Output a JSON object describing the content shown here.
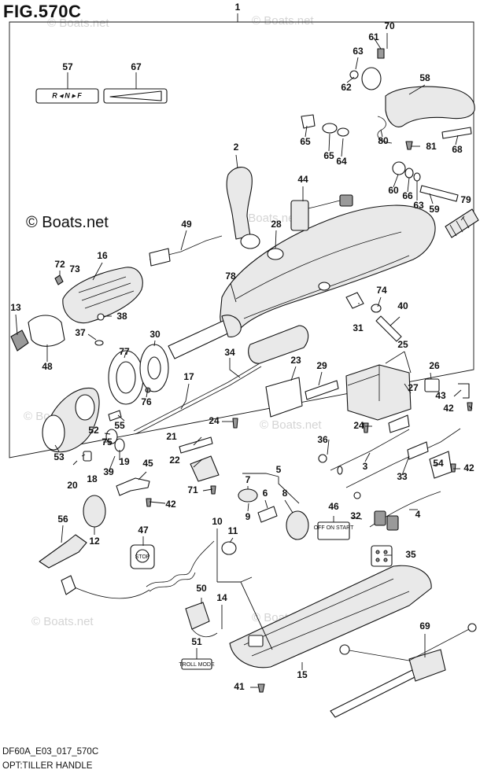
{
  "figure": {
    "title": "FIG.570C",
    "copyright": "© Boats.net",
    "watermark": "© Boats.net",
    "footer_code": "DF60A_E03_017_570C",
    "footer_caption": "OPT:TILLER HANDLE"
  },
  "decals": {
    "shift_label": "R ◂ N ▸ F",
    "switch_plate": "OFF ON START",
    "stop_label": "STOP",
    "troll_label": "TROLL MODE"
  },
  "callouts": [
    {
      "id": "c1",
      "text": "1"
    },
    {
      "id": "c2",
      "text": "2"
    },
    {
      "id": "c3",
      "text": "3"
    },
    {
      "id": "c4",
      "text": "4"
    },
    {
      "id": "c5",
      "text": "5"
    },
    {
      "id": "c6",
      "text": "6"
    },
    {
      "id": "c7",
      "text": "7"
    },
    {
      "id": "c8",
      "text": "8"
    },
    {
      "id": "c9",
      "text": "9"
    },
    {
      "id": "c10",
      "text": "10"
    },
    {
      "id": "c11",
      "text": "11"
    },
    {
      "id": "c12",
      "text": "12"
    },
    {
      "id": "c13",
      "text": "13"
    },
    {
      "id": "c14",
      "text": "14"
    },
    {
      "id": "c15",
      "text": "15"
    },
    {
      "id": "c16",
      "text": "16"
    },
    {
      "id": "c17",
      "text": "17"
    },
    {
      "id": "c18",
      "text": "18"
    },
    {
      "id": "c19",
      "text": "19"
    },
    {
      "id": "c20",
      "text": "20"
    },
    {
      "id": "c21",
      "text": "21"
    },
    {
      "id": "c22",
      "text": "22"
    },
    {
      "id": "c23",
      "text": "23"
    },
    {
      "id": "c24a",
      "text": "24"
    },
    {
      "id": "c24b",
      "text": "24"
    },
    {
      "id": "c25",
      "text": "25"
    },
    {
      "id": "c26",
      "text": "26"
    },
    {
      "id": "c27",
      "text": "27"
    },
    {
      "id": "c28",
      "text": "28"
    },
    {
      "id": "c29",
      "text": "29"
    },
    {
      "id": "c30",
      "text": "30"
    },
    {
      "id": "c31",
      "text": "31"
    },
    {
      "id": "c32",
      "text": "32"
    },
    {
      "id": "c33",
      "text": "33"
    },
    {
      "id": "c34",
      "text": "34"
    },
    {
      "id": "c35",
      "text": "35"
    },
    {
      "id": "c36",
      "text": "36"
    },
    {
      "id": "c37",
      "text": "37"
    },
    {
      "id": "c38",
      "text": "38"
    },
    {
      "id": "c39",
      "text": "39"
    },
    {
      "id": "c40",
      "text": "40"
    },
    {
      "id": "c41",
      "text": "41"
    },
    {
      "id": "c42a",
      "text": "42"
    },
    {
      "id": "c42b",
      "text": "42"
    },
    {
      "id": "c42c",
      "text": "42"
    },
    {
      "id": "c43",
      "text": "43"
    },
    {
      "id": "c44",
      "text": "44"
    },
    {
      "id": "c45",
      "text": "45"
    },
    {
      "id": "c46",
      "text": "46"
    },
    {
      "id": "c47",
      "text": "47"
    },
    {
      "id": "c48",
      "text": "48"
    },
    {
      "id": "c49",
      "text": "49"
    },
    {
      "id": "c50",
      "text": "50"
    },
    {
      "id": "c51",
      "text": "51"
    },
    {
      "id": "c52",
      "text": "52"
    },
    {
      "id": "c53",
      "text": "53"
    },
    {
      "id": "c54",
      "text": "54"
    },
    {
      "id": "c55",
      "text": "55"
    },
    {
      "id": "c56",
      "text": "56"
    },
    {
      "id": "c57",
      "text": "57"
    },
    {
      "id": "c58",
      "text": "58"
    },
    {
      "id": "c59",
      "text": "59"
    },
    {
      "id": "c60",
      "text": "60"
    },
    {
      "id": "c61",
      "text": "61"
    },
    {
      "id": "c62",
      "text": "62"
    },
    {
      "id": "c63a",
      "text": "63"
    },
    {
      "id": "c63b",
      "text": "63"
    },
    {
      "id": "c64",
      "text": "64"
    },
    {
      "id": "c65a",
      "text": "65"
    },
    {
      "id": "c65b",
      "text": "65"
    },
    {
      "id": "c66",
      "text": "66"
    },
    {
      "id": "c67",
      "text": "67"
    },
    {
      "id": "c68",
      "text": "68"
    },
    {
      "id": "c69",
      "text": "69"
    },
    {
      "id": "c70",
      "text": "70"
    },
    {
      "id": "c71",
      "text": "71"
    },
    {
      "id": "c72",
      "text": "72"
    },
    {
      "id": "c73",
      "text": "73"
    },
    {
      "id": "c74",
      "text": "74"
    },
    {
      "id": "c75",
      "text": "75"
    },
    {
      "id": "c76",
      "text": "76"
    },
    {
      "id": "c77",
      "text": "77"
    },
    {
      "id": "c78",
      "text": "78"
    },
    {
      "id": "c79",
      "text": "79"
    },
    {
      "id": "c80",
      "text": "80"
    },
    {
      "id": "c81",
      "text": "81"
    }
  ]
}
